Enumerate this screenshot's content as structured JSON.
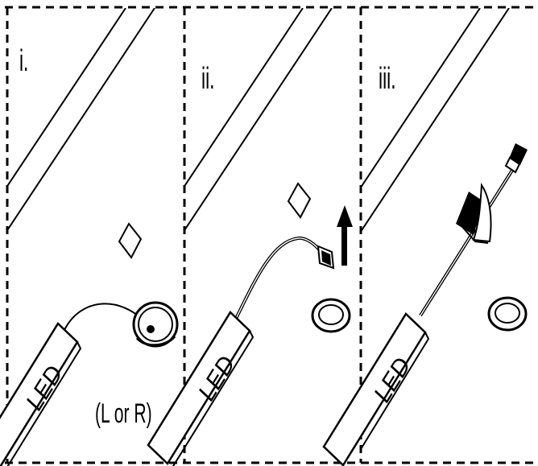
{
  "panels": [
    {
      "id": "i",
      "label": "i.",
      "led_text": "LED",
      "note": "(L or R)"
    },
    {
      "id": "ii",
      "label": "ii.",
      "led_text": "LED"
    },
    {
      "id": "iii",
      "label": "iii.",
      "led_text": "LED"
    }
  ],
  "colors": {
    "ink": "#000000",
    "paper": "#ffffff"
  },
  "icons": [
    "arrow-up-icon",
    "led-strip-icon",
    "connector-icon",
    "switch-disc-icon",
    "adhesive-tape-icon"
  ]
}
